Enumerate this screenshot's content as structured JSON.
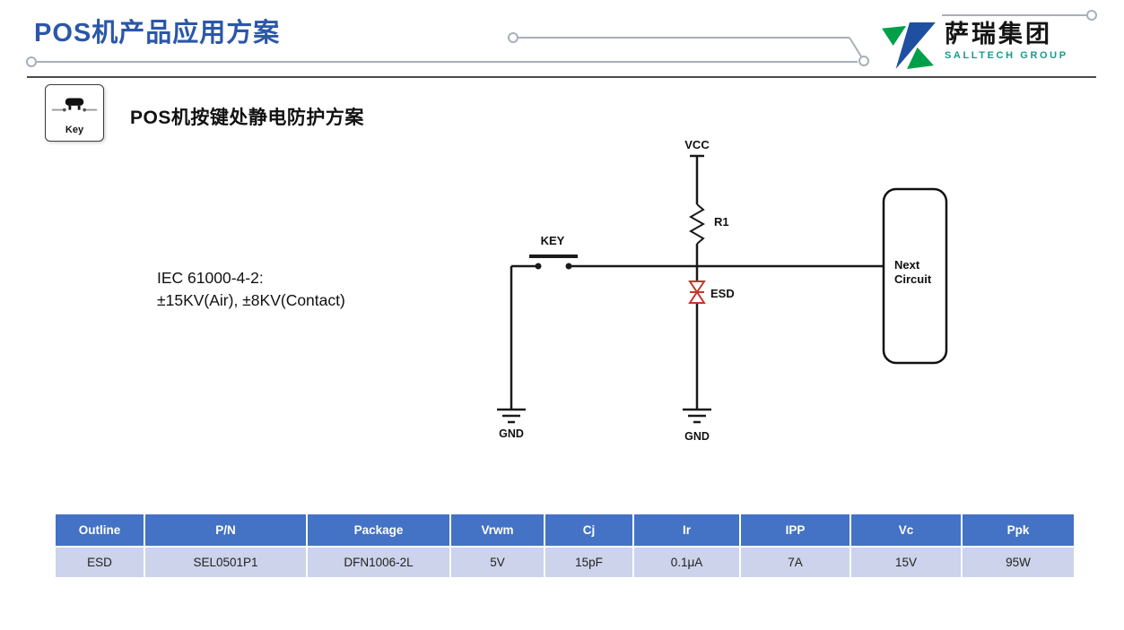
{
  "header": {
    "title": "POS机产品应用方案",
    "logo": {
      "name": "萨瑞集团",
      "subtitle": "SALLTECH GROUP"
    }
  },
  "section": {
    "icon_label": "Key",
    "title": "POS机按键处静电防护方案"
  },
  "circuit": {
    "iec_line1": "IEC 61000-4-2:",
    "iec_line2": "±15KV(Air), ±8KV(Contact)",
    "labels": {
      "vcc": "VCC",
      "r1": "R1",
      "key": "KEY",
      "esd": "ESD",
      "gnd_left": "GND",
      "gnd_right": "GND",
      "next1": "Next",
      "next2": "Circuit"
    }
  },
  "table": {
    "headers": [
      "Outline",
      "P/N",
      "Package",
      "Vrwm",
      "Cj",
      "Ir",
      "IPP",
      "Vc",
      "Ppk"
    ],
    "rows": [
      [
        "ESD",
        "SEL0501P1",
        "DFN1006-2L",
        "5V",
        "15pF",
        "0.1μA",
        "7A",
        "15V",
        "95W"
      ]
    ]
  },
  "colors": {
    "title_blue": "#2b57a8",
    "table_header_bg": "#4472c4",
    "table_row_bg": "#ccd3ea",
    "esd_red": "#c0392b",
    "logo_green": "#00a04a",
    "logo_blue": "#1f4fa0",
    "logo_teal": "#169b8c"
  }
}
